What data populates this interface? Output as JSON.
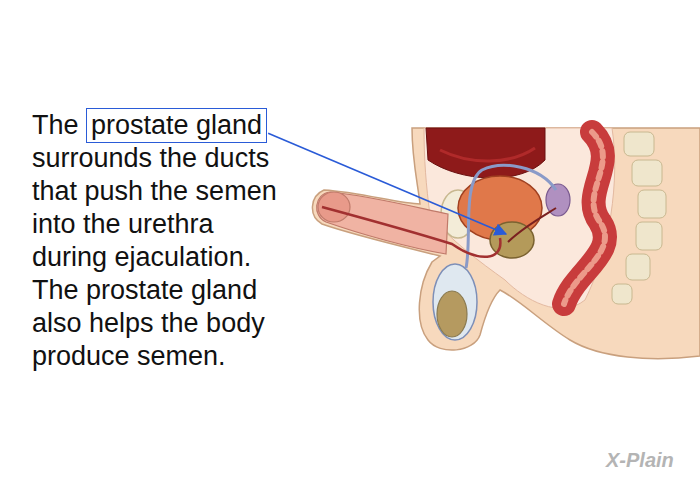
{
  "diagram": {
    "nodes": [
      {
        "text": [
          "prostate gland"
        ]
      }
    ],
    "labels": [
      "The",
      "surrounds the ducts that push the semen into the urethra during ejaculation. The prostate gland also helps the body produce semen.",
      "X-Plain"
    ]
  }
}
